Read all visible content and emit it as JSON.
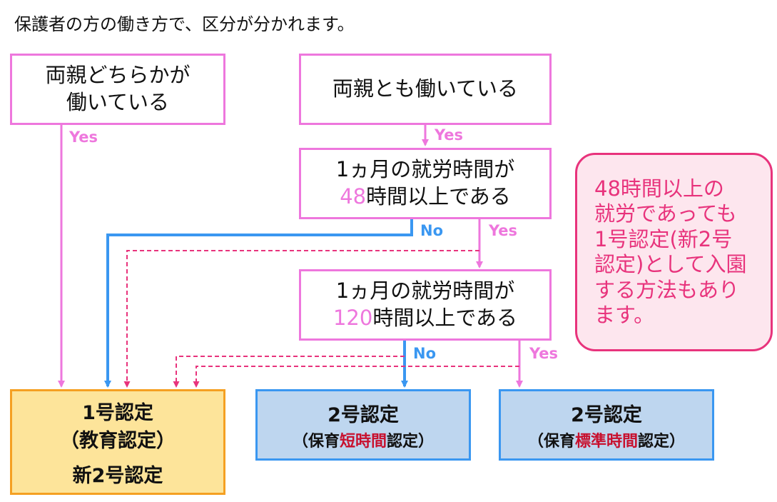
{
  "title": "保護者の方の働き方で、区分が分かれます。",
  "boxes": {
    "one_parent": "両親どちらかが\n働いている",
    "both_parents": "両親とも働いている",
    "q48": {
      "line1": "1ヵ月の就労時間が",
      "num": "48",
      "rest": "時間以上である"
    },
    "q120": {
      "line1": "1ヵ月の就労時間が",
      "num": "120",
      "rest": "時間以上である"
    }
  },
  "results": {
    "type1": {
      "line1": "1号認定",
      "line2": "（教育認定）",
      "line3": "新2号認定"
    },
    "type2_short": {
      "line1": "2号認定",
      "pre": "（保育",
      "hl": "短時間",
      "post": "認定）"
    },
    "type2_std": {
      "line1": "2号認定",
      "pre": "（保育",
      "hl": "標準時間",
      "post": "認定）"
    }
  },
  "labels": {
    "yes": "Yes",
    "no": "No"
  },
  "note": "48時間以上の\n就労であっても\n1号認定(新2号\n認定)として入園\nする方法もあり\nます。",
  "colors": {
    "pink": "#ee77dd",
    "blue": "#3a97f1",
    "red_dashed": "#e8337c",
    "orange_border": "#f5a022",
    "orange_fill": "#fde49a",
    "blue_fill": "#bed6ef",
    "note_fill": "#fde6ee",
    "highlight_red": "#c8102e"
  }
}
